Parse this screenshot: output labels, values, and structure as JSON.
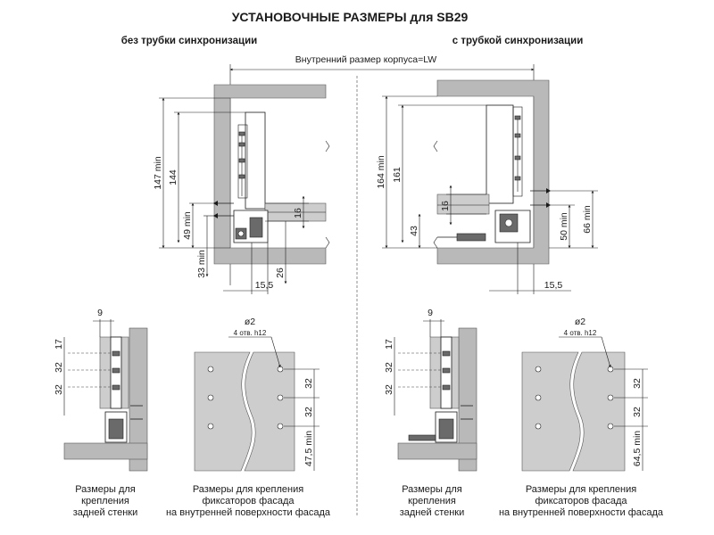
{
  "title": "УСТАНОВОЧНЫЕ РАЗМЕРЫ для SB29",
  "left_heading": "без трубки синхронизации",
  "right_heading": "с трубкой синхронизации",
  "inner_size_label": "Внутренний размер корпуса=LW",
  "left_dims": {
    "d147": "147 min",
    "d144": "144",
    "d49": "49 min",
    "d33": "33 min",
    "d16": "16",
    "d26": "26",
    "d155": "15,5"
  },
  "right_dims": {
    "d164": "164 min",
    "d161": "161",
    "d16": "16",
    "d43": "43",
    "d50": "50 min",
    "d66": "66 min",
    "d155": "15,5"
  },
  "left_back": {
    "d9": "9",
    "d17": "17",
    "d32a": "32",
    "d32b": "32"
  },
  "left_front": {
    "diam": "ø2",
    "holes": "4 отв. h12",
    "d32a": "32",
    "d32b": "32",
    "d47": "47,5 min"
  },
  "right_back": {
    "d9": "9",
    "d17": "17",
    "d32a": "32",
    "d32b": "32"
  },
  "right_front": {
    "diam": "ø2",
    "holes": "4 отв. h12",
    "d32a": "32",
    "d32b": "32",
    "d64": "64,5 min"
  },
  "captions": {
    "back_l1": "Размеры для",
    "back_l2": "крепления",
    "back_l3": "задней стенки",
    "front_l1": "Размеры для крепления",
    "front_l2": "фиксаторов фасада",
    "front_l3": "на внутренней поверхности фасада"
  }
}
